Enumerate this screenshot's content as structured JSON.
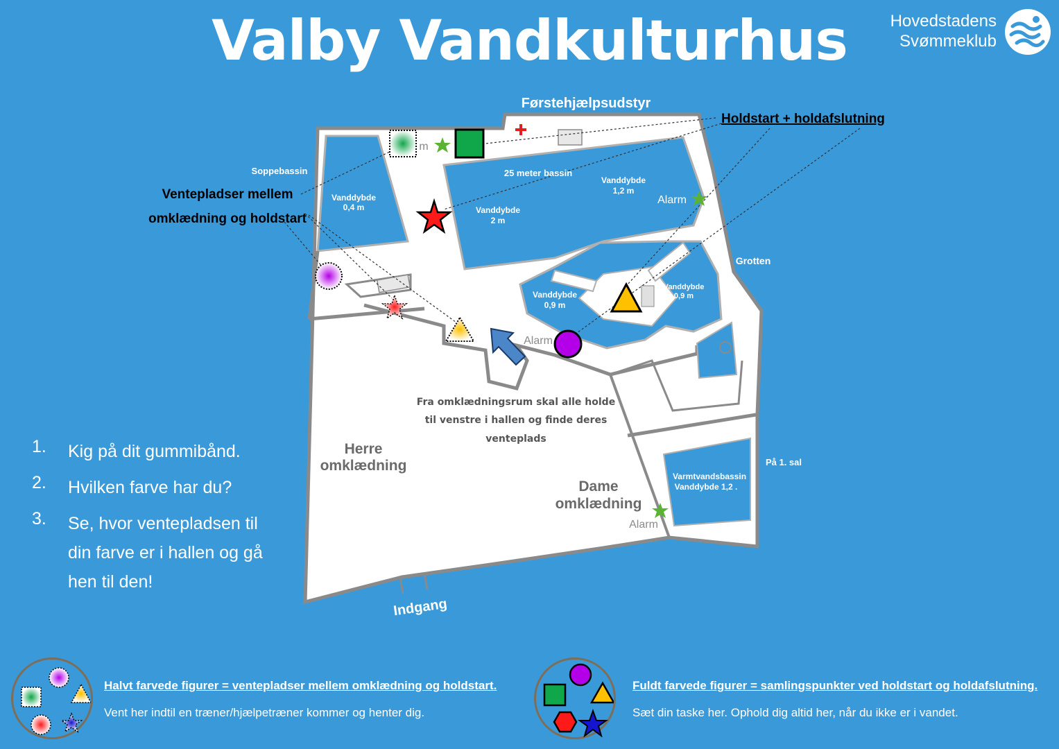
{
  "title": "Valby Vandkulturhus",
  "logo": {
    "line1": "Hovedstadens",
    "line2": "Svømmeklub",
    "icon": "swimmer-wave-icon"
  },
  "map": {
    "first_aid_label": "Førstehjælpsudstyr",
    "holdstart_label": "Holdstart + holdafslutning",
    "ventepladser_line1": "Ventepladser  mellem",
    "ventepladser_line2": "omklædning og holdstart",
    "soppebassin": "Soppebassin",
    "soppe_depth_1": "Vanddybde",
    "soppe_depth_2": "0,4 m",
    "bassin25": "25 meter bassin",
    "depth12_1": "Vanddybde",
    "depth12_2": "1,2 m",
    "depth2_1": "Vanddybde",
    "depth2_2": "2 m",
    "depth09a_1": "Vanddybde",
    "depth09a_2": "0,9 m",
    "depth09b_1": "Vanddybde",
    "depth09b_2": "0,9 m",
    "grotten": "Grotten",
    "alarm": "Alarm",
    "partial_alarm": "m",
    "herre_1": "Herre",
    "herre_2": "omklædning",
    "dame_1": "Dame",
    "dame_2": "omklædning",
    "varm_1": "Varmtvandsbassin",
    "varm_2": "Vanddybde 1,2 .",
    "paa_1_sal": "På 1. sal",
    "indgang": "Indgang",
    "instruction_1": "Fra omklædningsrum skal alle holde",
    "instruction_2": "til venstre i hallen og finde deres",
    "instruction_3": "venteplads"
  },
  "steps": [
    {
      "num": "1.",
      "text": "Kig på dit gummibånd."
    },
    {
      "num": "2.",
      "text": "Hvilken farve har du?"
    },
    {
      "num": "3.",
      "text": "Se, hvor ventepladsen til din farve er i hallen og gå hen til den!"
    }
  ],
  "legend": {
    "half": {
      "heading": "Halvt farvede figurer = ventepladser mellem omklædning og holdstart.",
      "body": "Vent her indtil en træner/hjælpetræner kommer og henter dig."
    },
    "full": {
      "heading": "Fuldt farvede figurer = samlingspunkter ved holdstart og holdafslutning.",
      "body": "Sæt din taske her. Ophold dig altid her, når du ikke er i vandet."
    }
  },
  "colors": {
    "background": "#3a9ad9",
    "pool": "#3a9ad9",
    "green": "#10a64a",
    "purple": "#b400e8",
    "yellow": "#ffc000",
    "red": "#ff1a1a",
    "blue": "#1515d0",
    "alarm_star": "#5cb233"
  }
}
